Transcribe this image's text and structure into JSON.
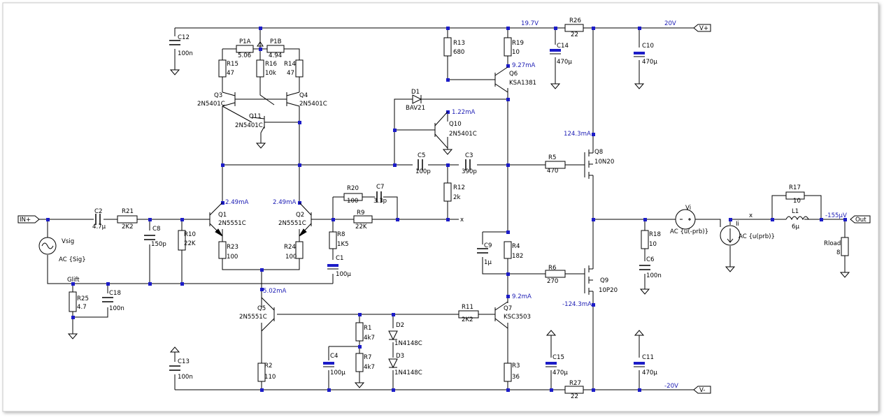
{
  "colors": {
    "wire": "#000000",
    "junction": "#1c1cc8",
    "annotation": "#1c1cb4",
    "cap_plate": "#1c1cc8",
    "background": "#ffffff"
  },
  "nets": {
    "in": "IN+",
    "out": "Out",
    "vplus": "V+",
    "vminus": "V-",
    "probe_x": "x",
    "glift": "Glift"
  },
  "components": {
    "c12": {
      "name": "C12",
      "value": "100n"
    },
    "c13": {
      "name": "C13",
      "value": "100n"
    },
    "p1a": {
      "name": "P1A",
      "value": "5.06"
    },
    "p1b": {
      "name": "P1B",
      "value": "4.94"
    },
    "r15": {
      "name": "R15",
      "value": "47"
    },
    "r16": {
      "name": "R16",
      "value": "10k"
    },
    "r14": {
      "name": "R14",
      "value": "47"
    },
    "q3": {
      "name": "Q3",
      "value": "2N5401C"
    },
    "q4": {
      "name": "Q4",
      "value": "2N5401C"
    },
    "q11": {
      "name": "Q11",
      "value": "2N5401C"
    },
    "q1": {
      "name": "Q1",
      "value": "2N5551C"
    },
    "q2": {
      "name": "Q2",
      "value": "2N5551C"
    },
    "q5": {
      "name": "Q5",
      "value": "2N5551C"
    },
    "q10": {
      "name": "Q10",
      "value": "2N5401C"
    },
    "q6": {
      "name": "Q6",
      "value": "KSA1381"
    },
    "q7": {
      "name": "Q7",
      "value": "KSC3503"
    },
    "q8": {
      "name": "Q8",
      "value": "10N20"
    },
    "q9": {
      "name": "Q9",
      "value": "10P20"
    },
    "r23": {
      "name": "R23",
      "value": "100"
    },
    "r24": {
      "name": "R24",
      "value": "100"
    },
    "r10": {
      "name": "R10",
      "value": "22K"
    },
    "c8": {
      "name": "C8",
      "value": "150p"
    },
    "c2": {
      "name": "C2",
      "value": "4.7µ"
    },
    "r21": {
      "name": "R21",
      "value": "2K2"
    },
    "vsig": {
      "name": "Vsig",
      "value": "AC {Sig}"
    },
    "r25": {
      "name": "R25",
      "value": "4.7"
    },
    "c18": {
      "name": "C18",
      "value": "100n"
    },
    "r20": {
      "name": "R20",
      "value": "100"
    },
    "c7": {
      "name": "C7",
      "value": "3.3p"
    },
    "r9": {
      "name": "R9",
      "value": "22K"
    },
    "r8": {
      "name": "R8",
      "value": "1K5"
    },
    "c1": {
      "name": "C1",
      "value": "100µ"
    },
    "r13": {
      "name": "R13",
      "value": "680"
    },
    "r19": {
      "name": "R19",
      "value": "10"
    },
    "d1": {
      "name": "D1",
      "value": "BAV21"
    },
    "c5": {
      "name": "C5",
      "value": "100p"
    },
    "c3": {
      "name": "C3",
      "value": "390p"
    },
    "r12": {
      "name": "R12",
      "value": "2k"
    },
    "c14": {
      "name": "C14",
      "value": "470µ"
    },
    "r26": {
      "name": "R26",
      "value": "22"
    },
    "c10": {
      "name": "C10",
      "value": "470µ"
    },
    "r5": {
      "name": "R5",
      "value": "470"
    },
    "r6": {
      "name": "R6",
      "value": "270"
    },
    "c9": {
      "name": "C9",
      "value": "1µ"
    },
    "r4": {
      "name": "R4",
      "value": "182"
    },
    "r11": {
      "name": "R11",
      "value": "2K2"
    },
    "r1": {
      "name": "R1",
      "value": "4k7"
    },
    "r7": {
      "name": "R7",
      "value": "4k7"
    },
    "c4": {
      "name": "C4",
      "value": "100µ"
    },
    "d2": {
      "name": "D2",
      "value": "1N4148C"
    },
    "d3": {
      "name": "D3",
      "value": "1N4148C"
    },
    "r2": {
      "name": "R2",
      "value": "110"
    },
    "r3": {
      "name": "R3",
      "value": "36"
    },
    "c15": {
      "name": "C15",
      "value": "470µ"
    },
    "r27": {
      "name": "R27",
      "value": "22"
    },
    "c11": {
      "name": "C11",
      "value": "470µ"
    },
    "r18": {
      "name": "R18",
      "value": "10"
    },
    "c6": {
      "name": "C6",
      "value": "100n"
    },
    "vi": {
      "name": "Vi",
      "value": "AC {u(-prb)}"
    },
    "ii": {
      "name": "Ii",
      "value": "AC {u(prb)}"
    },
    "r17": {
      "name": "R17",
      "value": "10"
    },
    "l1": {
      "name": "L1",
      "value": "6µ"
    },
    "rload": {
      "name": "Rload",
      "value": "8"
    }
  },
  "annotations": {
    "v_top": "19.7V",
    "v_plus_rail": "20V",
    "v_minus_rail": "-20V",
    "i_q6": "9.27mA",
    "i_q10": "1.22mA",
    "i_q8": "124.3mA",
    "i_q9": "-124.3mA",
    "i_q1": "2.49mA",
    "i_q2": "2.49mA",
    "i_q5": "5.02mA",
    "i_q7": "9.2mA",
    "i_out": "-155µV"
  }
}
